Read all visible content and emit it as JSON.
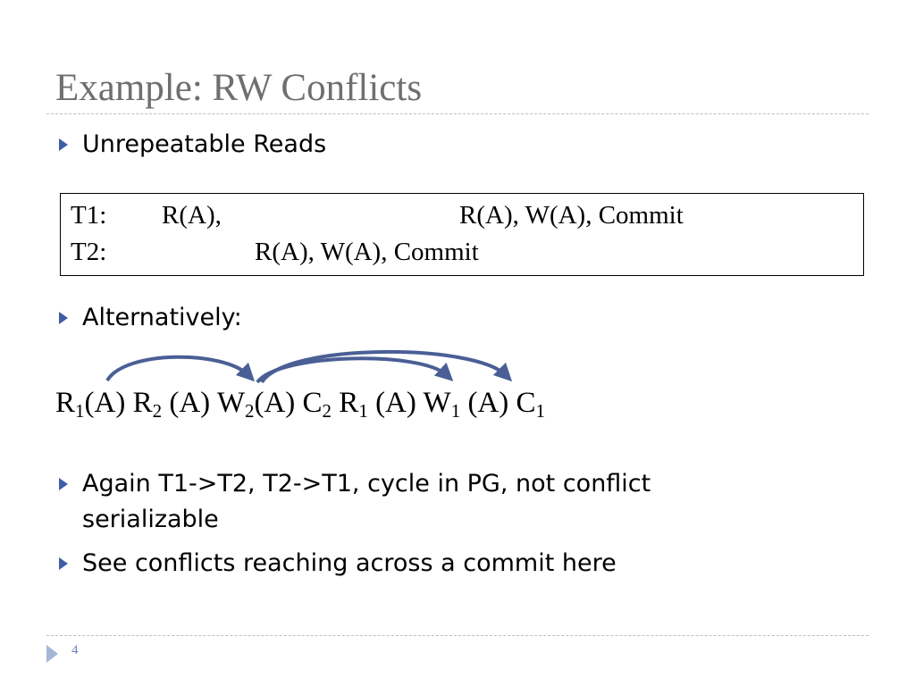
{
  "slide": {
    "title": "Example: RW Conflicts",
    "bullet1": "Unrepeatable Reads",
    "schedule": {
      "t1_label": "T1:",
      "t1_first": "R(A),",
      "t1_second": "R(A), W(A), Commit",
      "t2_label": "T2:",
      "t2_ops": "R(A), W(A), Commit"
    },
    "bullet2": "Alternatively:",
    "sequence": [
      {
        "op": "R",
        "sub": "1",
        "arg": "(A)"
      },
      {
        "op": "R",
        "sub": "2",
        "arg": " (A)"
      },
      {
        "op": "W",
        "sub": "2",
        "arg": "(A)"
      },
      {
        "op": "C",
        "sub": "2",
        "arg": ""
      },
      {
        "op": "R",
        "sub": "1",
        "arg": " (A)"
      },
      {
        "op": "W",
        "sub": "1",
        "arg": " (A)"
      },
      {
        "op": "C",
        "sub": "1",
        "arg": ""
      }
    ],
    "bullet3_line1": "Again T1->T2, T2->T1, cycle in PG, not conflict",
    "bullet3_line2": "serializable",
    "bullet4": "See conflicts reaching across a commit here",
    "page_number": "4"
  },
  "colors": {
    "title": "#6f6f6f",
    "bullet_arrow": "#3f5ea6",
    "arc": "#4a5f95",
    "rule": "#b8bfca"
  }
}
